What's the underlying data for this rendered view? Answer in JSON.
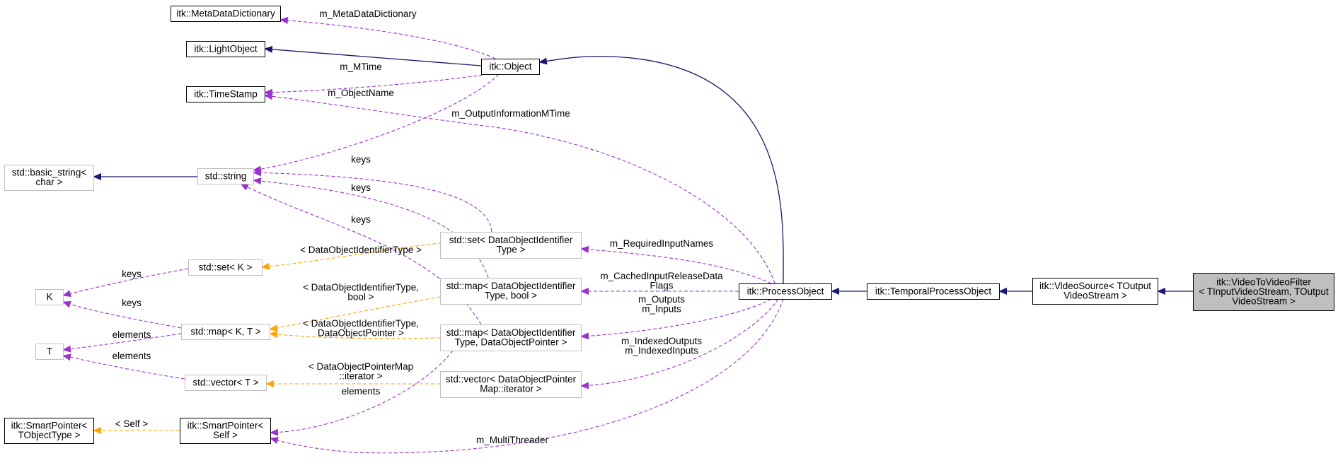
{
  "colors": {
    "inheritance": "#191970",
    "usage": "#9a32cd",
    "template": "#ffa500",
    "node_border_strong": "#000000",
    "node_border_light": "#bfbfbf",
    "node_highlight_fill": "#bfbfbf"
  },
  "nodes": {
    "metadatadict": [
      "itk::MetaDataDictionary"
    ],
    "lightobject": [
      "itk::LightObject"
    ],
    "timestamp": [
      "itk::TimeStamp"
    ],
    "object": [
      "itk::Object"
    ],
    "basic_string": [
      "std::basic_string<",
      "char >"
    ],
    "string": [
      "std::string"
    ],
    "set_k": [
      "std::set< K >"
    ],
    "k": [
      "K"
    ],
    "t": [
      "T"
    ],
    "map_kt": [
      "std::map< K, T >"
    ],
    "vector_t": [
      "std::vector< T >"
    ],
    "sp_tobj": [
      "itk::SmartPointer<",
      "TObjectType >"
    ],
    "sp_self": [
      "itk::SmartPointer<",
      "Self >"
    ],
    "set_doid": [
      "std::set< DataObjectIdentifier",
      "Type >"
    ],
    "map_doid_bool": [
      "std::map< DataObjectIdentifier",
      "Type, bool >"
    ],
    "map_doid_dop": [
      "std::map< DataObjectIdentifier",
      "Type, DataObjectPointer >"
    ],
    "vector_dop": [
      "std::vector< DataObjectPointer",
      "Map::iterator >"
    ],
    "processobject": [
      "itk::ProcessObject"
    ],
    "temporal": [
      "itk::TemporalProcessObject"
    ],
    "videosource": [
      "itk::VideoSource< TOutput",
      "VideoStream >"
    ],
    "v2vfilter": [
      "itk::VideoToVideoFilter",
      "< TInputVideoStream, TOutput",
      "VideoStream >"
    ]
  },
  "edge_labels": {
    "m_metadatadictionary": [
      "m_MetaDataDictionary"
    ],
    "m_mtime": [
      "m_MTime"
    ],
    "m_objectname": [
      "m_ObjectName"
    ],
    "m_outputinformationmtime": [
      "m_OutputInformationMTime"
    ],
    "keys_1": [
      "keys"
    ],
    "keys_2": [
      "keys"
    ],
    "keys_3": [
      "keys"
    ],
    "keys_4": [
      "keys"
    ],
    "keys_5": [
      "keys"
    ],
    "elements_1": [
      "elements"
    ],
    "elements_2": [
      "elements"
    ],
    "elements_3": [
      "elements"
    ],
    "tpl_set": [
      "< DataObjectIdentifierType >"
    ],
    "tpl_map_bool": [
      "< DataObjectIdentifierType,",
      "bool >"
    ],
    "tpl_map_dop": [
      "< DataObjectIdentifierType,",
      "DataObjectPointer >"
    ],
    "tpl_vector": [
      "< DataObjectPointerMap",
      "::iterator >"
    ],
    "tpl_self": [
      "< Self >"
    ],
    "m_requiredinputnames": [
      "m_RequiredInputNames"
    ],
    "m_cachedinputreleasedataflags": [
      "m_CachedInputReleaseData",
      "Flags"
    ],
    "m_outputs_inputs": [
      "m_Outputs",
      "m_Inputs"
    ],
    "m_indexed": [
      "m_IndexedOutputs",
      "m_IndexedInputs"
    ],
    "m_multithreader": [
      "m_MultiThreader"
    ]
  }
}
